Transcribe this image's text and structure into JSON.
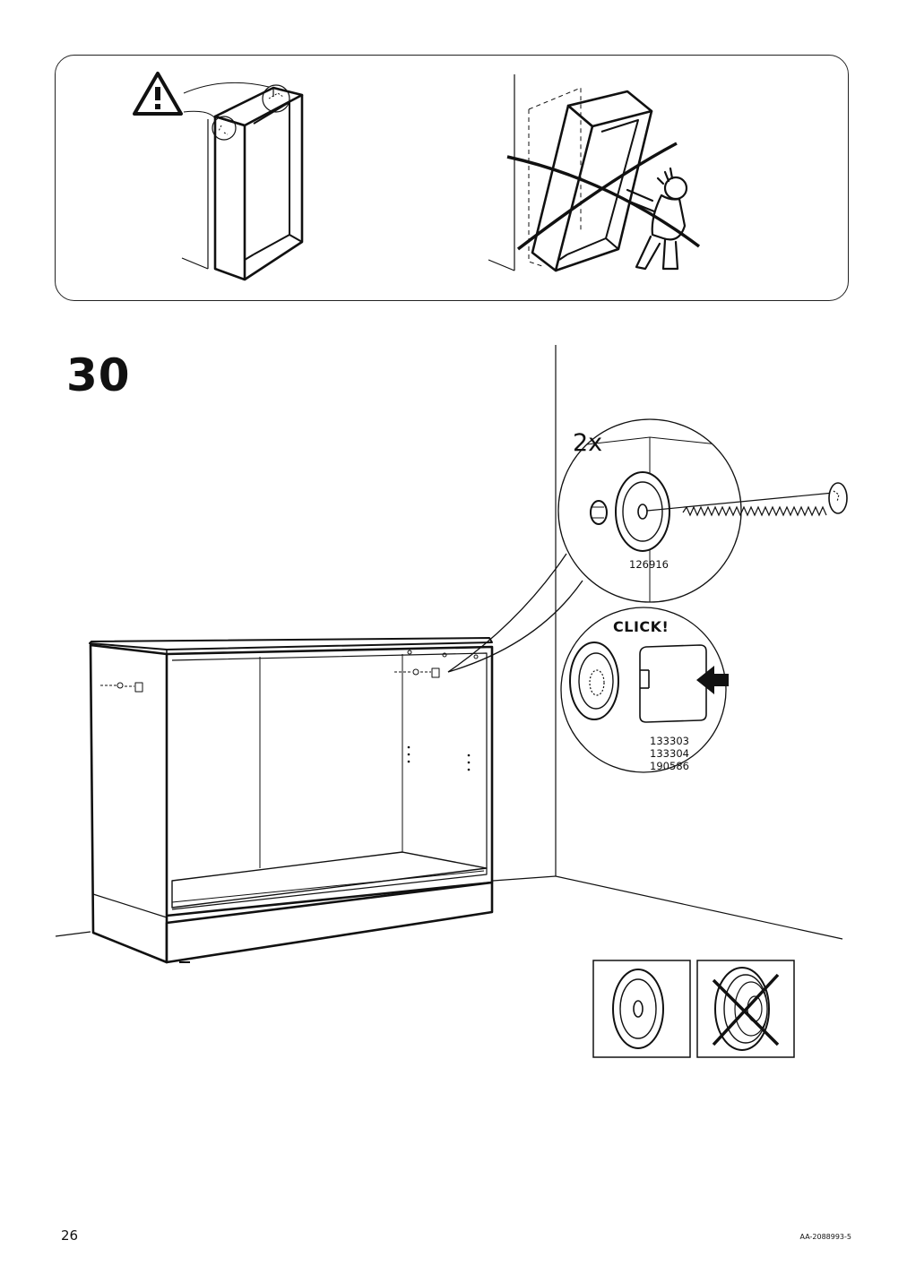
{
  "step": {
    "number": "30"
  },
  "wall_fixing": {
    "quantity": "2x",
    "screw_part": "126916",
    "click_label": "CLICK!",
    "cap_parts": [
      "133303",
      "133304",
      "190586"
    ]
  },
  "footer": {
    "page_number": "26",
    "doc_code": "AA-2088993-5"
  }
}
